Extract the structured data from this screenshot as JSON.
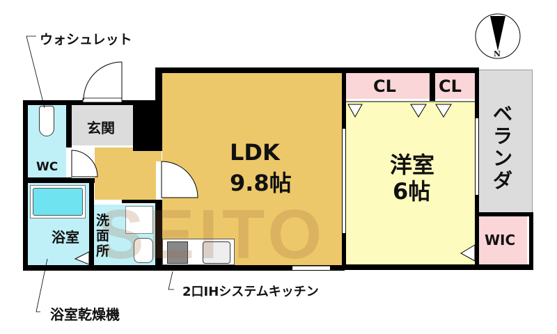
{
  "plan": {
    "rooms": {
      "ldk": {
        "name": "LDK",
        "size": "9.8帖",
        "color": "#ecc86a"
      },
      "western": {
        "name": "洋室",
        "size": "6帖",
        "color": "#fdfbbd"
      },
      "entrance": {
        "name": "玄関",
        "color": "#dcdcdc"
      },
      "wc": {
        "name": "WC",
        "color": "#bff0f7"
      },
      "bath": {
        "name": "浴室",
        "color": "#bff0f7"
      },
      "washroom": {
        "name": "洗面所",
        "color": "#bff0f7"
      },
      "closet1": {
        "name": "CL",
        "color": "#fad6d8"
      },
      "closet2": {
        "name": "CL",
        "color": "#fad6d8"
      },
      "wic": {
        "name": "WIC",
        "color": "#fad6d8"
      },
      "veranda": {
        "name": "ベランダ",
        "color": "#dcdcdc"
      }
    },
    "annotations": {
      "washlet": "ウォシュレット",
      "bath_dryer": "浴室乾燥機",
      "kitchen": "2口IHシステムキッチン"
    },
    "compass": {
      "label": "N"
    },
    "watermark": {
      "text": "SEITO"
    }
  }
}
